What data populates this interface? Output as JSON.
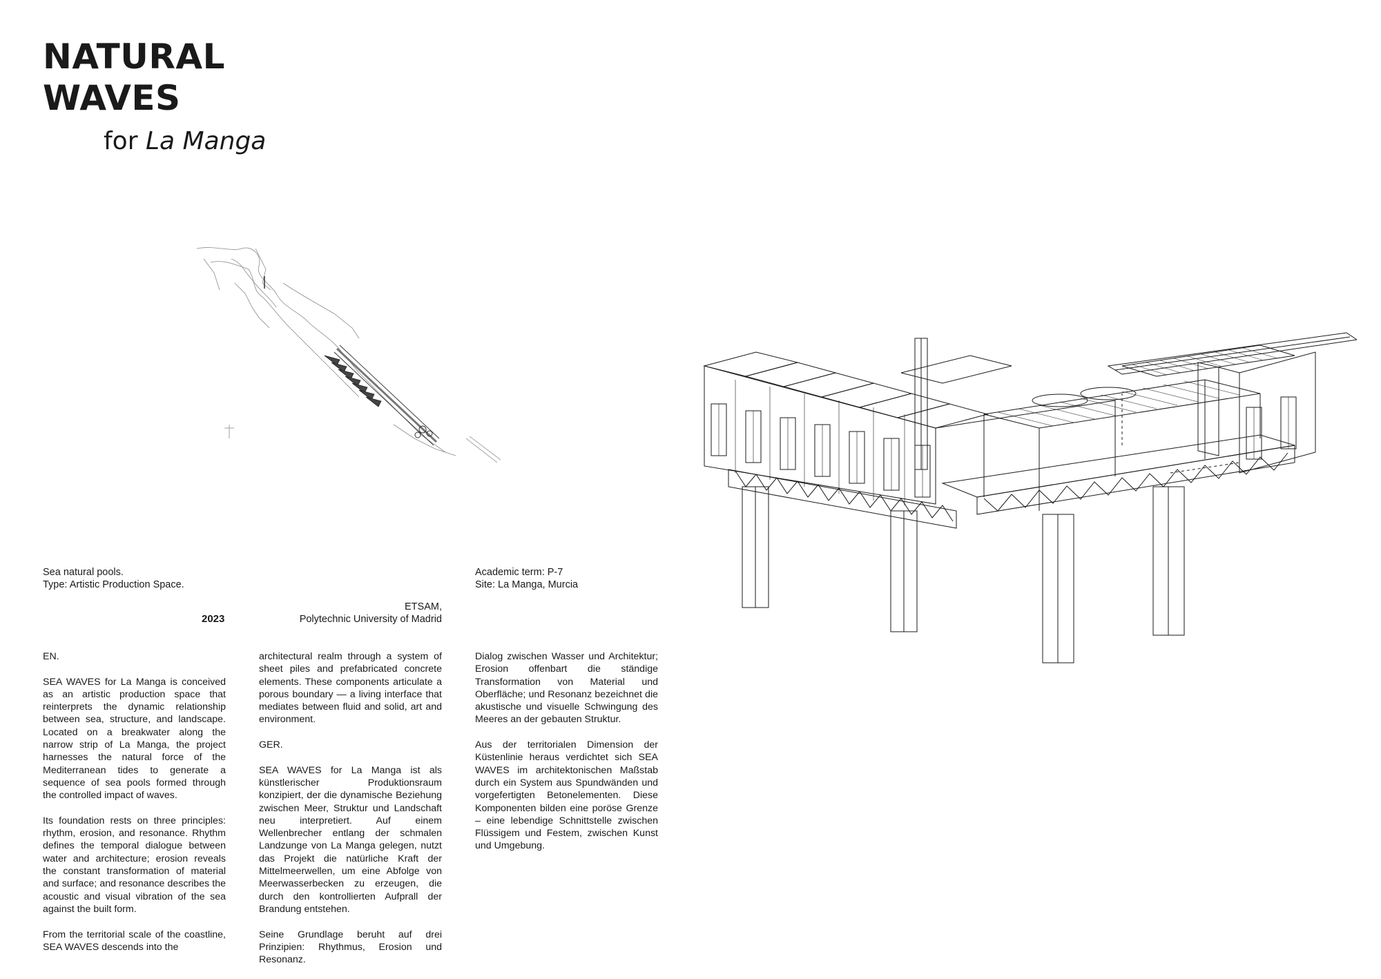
{
  "title": {
    "line1": "NATURAL",
    "line2": "WAVES",
    "sub_prefix": "for ",
    "sub_italic": "La Manga"
  },
  "meta": {
    "description": "Sea natural pools.",
    "type": "Type: Artistic Production Space.",
    "year": "2023",
    "school": "ETSAM,",
    "university": "Polytechnic University of Madrid",
    "term": "Academic term: P-7",
    "site": "Site: La Manga, Murcia"
  },
  "text": {
    "col1": [
      "EN.",
      "SEA WAVES for La Manga is conceived as an artistic production space that reinterprets the dynamic relationship between sea, structure, and landscape. Located on a breakwater along the narrow strip of La Manga, the project harnesses the natural force of the Mediterranean tides to generate a sequence of sea pools formed through the controlled impact of waves.",
      "Its foundation rests on three principles: rhythm, erosion, and resonance. Rhythm defines the temporal dialogue between water and architecture; erosion reveals the constant transformation of material and surface; and resonance describes the acoustic and visual vibration of the sea against the built form.",
      "From the territorial scale of the coastline, SEA WAVES descends into the"
    ],
    "col2": [
      "architectural realm through a system of sheet piles and prefabricated concrete elements. These components articulate a porous boundary — a living interface that mediates between fluid and solid, art and environment.",
      "GER.",
      "SEA WAVES for La Manga ist als künstlerischer Produktionsraum konzipiert, der die dynamische Beziehung zwischen Meer, Struktur und Landschaft neu interpretiert. Auf einem Wellenbrecher entlang der schmalen Landzunge von La Manga gelegen, nutzt das Projekt die natürliche Kraft der Mittelmeerwellen, um eine Abfolge von Meerwasserbecken zu erzeugen, die durch den kontrollierten Aufprall der Brandung entstehen.",
      "Seine Grundlage beruht auf drei Prinzipien: Rhythmus, Erosion und Resonanz."
    ],
    "col3": [
      "Dialog zwischen Wasser und Architektur; Erosion offenbart die ständige Transformation von Material und Oberfläche; und Resonanz bezeichnet die akustische und visuelle Schwingung des Meeres an der gebauten Struktur.",
      "Aus der territorialen Dimension der Küstenlinie heraus verdichtet sich SEA WAVES im architektonischen Maßstab durch ein System aus Spundwänden und vorgefertigten Betonelementen. Diese Komponenten bilden eine poröse Grenze – eine lebendige Schnittstelle zwischen Flüssigem und Festem, zwischen Kunst und Umgebung."
    ]
  }
}
